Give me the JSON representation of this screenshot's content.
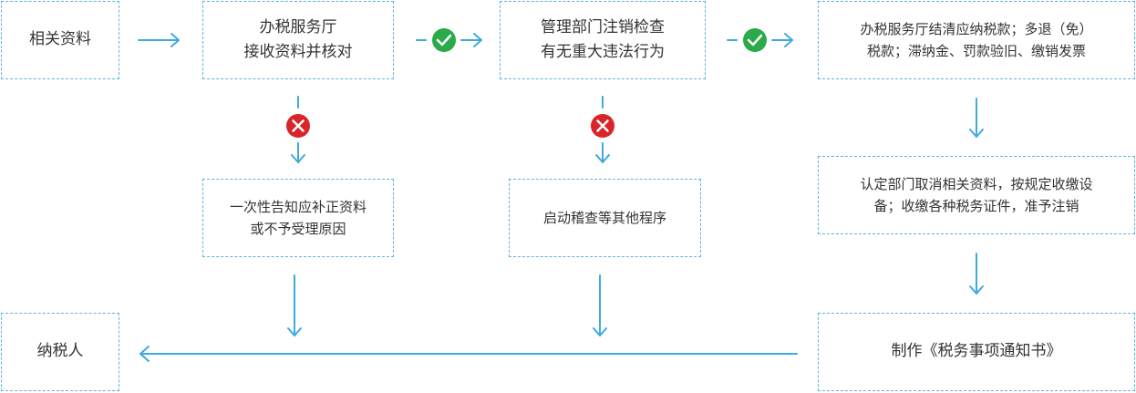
{
  "nodes": {
    "materials": "相关资料",
    "tax_hall_receive": "办税服务厅\n接收资料并核对",
    "dept_check": "管理部门注销检查\n有无重大违法行为",
    "tax_hall_settle": "办税服务厅结清应纳税款；多退（免）\n税款；滞纳金、罚款验旧、缴销发票",
    "notify_correction": "一次性告知应补正资料\n或不予受理原因",
    "start_audit": "启动稽查等其他程序",
    "cancel_registration": "认定部门取消相关资料，按规定收缴设\n备；收缴各种税务证件，准予注销",
    "taxpayer": "纳税人",
    "issue_notice": "制作《税务事项通知书》"
  },
  "colors": {
    "border": "#5bb4e0",
    "arrow": "#40a9de",
    "check": "#2aaa4a",
    "cross": "#d9252a",
    "text": "#333333"
  }
}
